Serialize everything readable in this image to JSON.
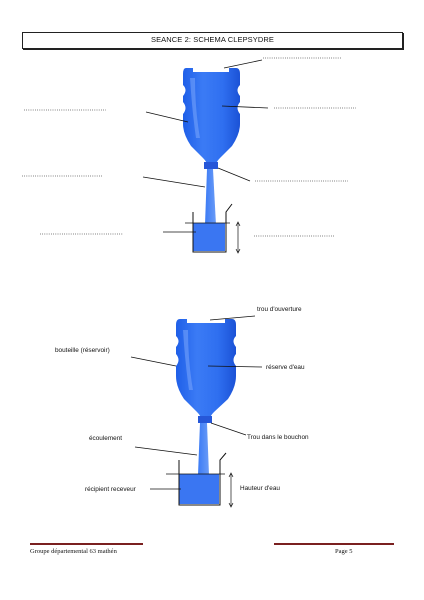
{
  "header": {
    "title": "SEANCE 2: SCHEMA CLEPSYDRE"
  },
  "labels": {
    "top_opening": "trou d'ouverture",
    "bottle": "bouteille (réservoir)",
    "water_reserve": "réserve d'eau",
    "cap_hole": "Trou dans le bouchon",
    "flow": "écoulement",
    "container": "récipient receveur",
    "water_height": "Hauteur d'eau"
  },
  "blank_count": 7,
  "footer": {
    "left": "Groupe départemental 63 mathén",
    "right": "Page 5"
  },
  "colors": {
    "water": "#2f6ff0",
    "water_light": "#5b8ff5",
    "footer_bar": "#7a2020"
  }
}
